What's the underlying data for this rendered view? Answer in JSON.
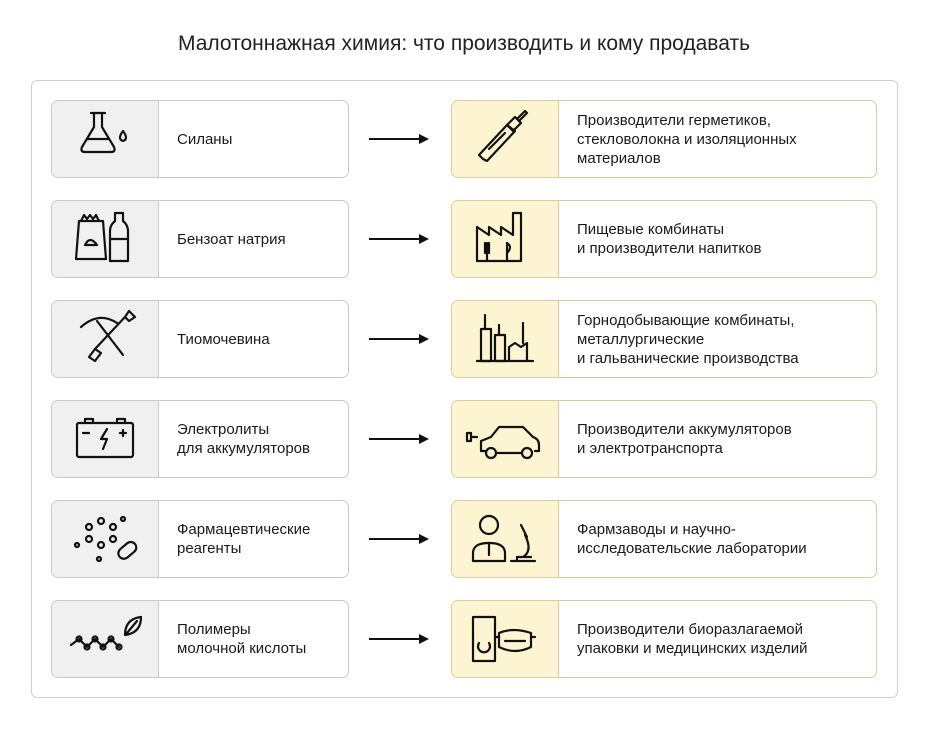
{
  "title": "Малотоннажная химия: что производить и кому продавать",
  "rows": [
    {
      "product": "Силаны",
      "product_icon": "flask-drop-icon",
      "buyer": "Производители герметиков,\nстекловолокна и изоляционных\nматериалов",
      "buyer_icon": "sealant-tube-icon"
    },
    {
      "product": "Бензоат натрия",
      "product_icon": "bag-bottle-icon",
      "buyer": "Пищевые комбинаты\nи производители напитков",
      "buyer_icon": "food-factory-icon"
    },
    {
      "product": "Тиомочевина",
      "product_icon": "pickaxe-shovel-icon",
      "buyer": "Горнодобывающие комбинаты,\nметаллургические\nи гальванические производства",
      "buyer_icon": "industrial-plant-icon"
    },
    {
      "product": "Электролиты\nдля аккумуляторов",
      "product_icon": "battery-icon",
      "buyer": "Производители аккумуляторов\nи электротранспорта",
      "buyer_icon": "electric-car-icon"
    },
    {
      "product": "Фармацевтические\nреагенты",
      "product_icon": "molecule-pill-icon",
      "buyer": "Фармзаводы и научно-\nисследовательские лаборатории",
      "buyer_icon": "scientist-microscope-icon"
    },
    {
      "product": "Полимеры\nмолочной кислоты",
      "product_icon": "polymer-leaf-icon",
      "buyer": "Производители биоразлагаемой\nупаковки и медицинских изделий",
      "buyer_icon": "package-mask-icon"
    }
  ]
}
